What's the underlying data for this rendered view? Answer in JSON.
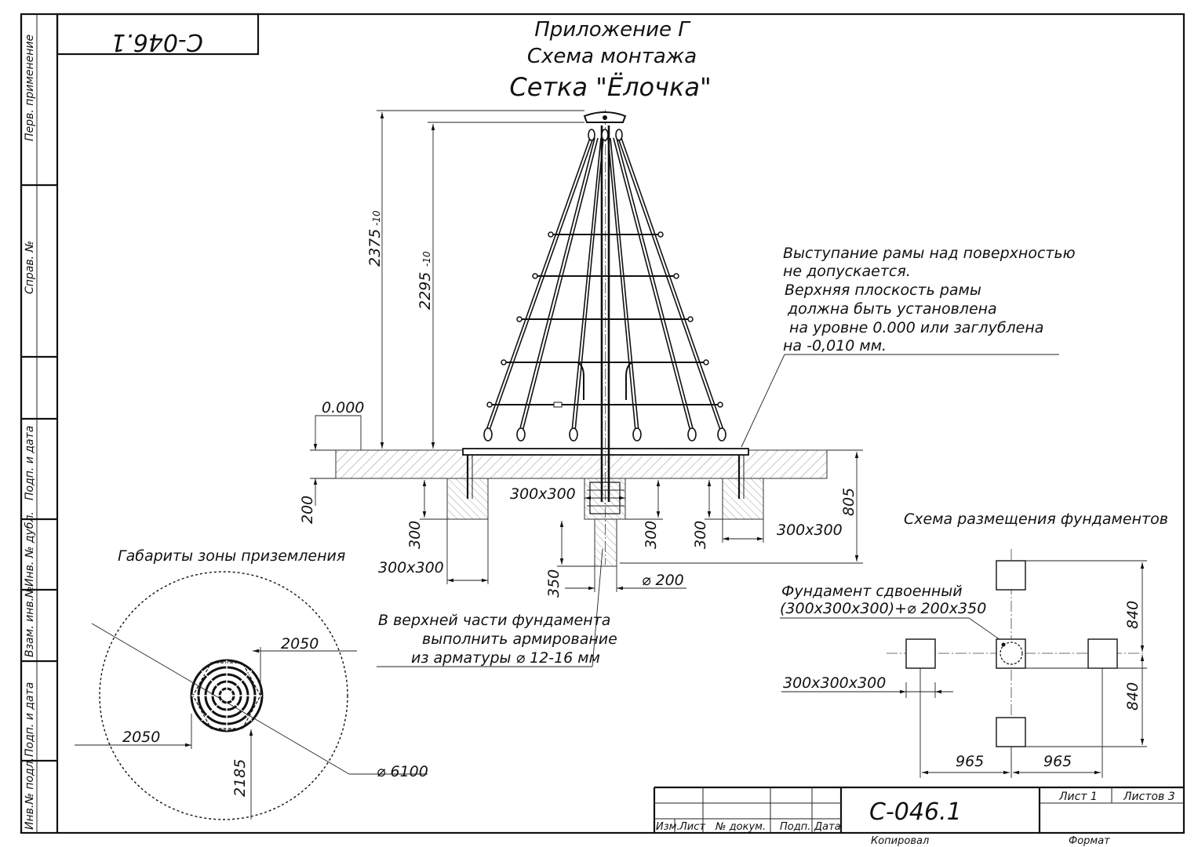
{
  "sheet": {
    "code_rotated": "С-046.1",
    "code": "С-046.1",
    "title_line1": "Приложение Г",
    "title_line2": "Схема монтажа",
    "title_line3": "Сетка \"Ёлочка\""
  },
  "margin_labels": {
    "perv_primenenie": "Перв. применение",
    "sprav_no": "Справ. №",
    "podp_data_top": "Подп. и дата",
    "inv_dubl": "Инв. № дубл.",
    "vzam_inv": "Взам. инв.№",
    "podp_data_bottom": "Подп. и дата",
    "inv_podl": "Инв.№ подл."
  },
  "notes": {
    "frame_note": [
      "Выступание рамы над поверхностью",
      "не допускается.",
      "Верхняя плоскость рамы",
      "должна быть установлена",
      "на уровне 0.000 или заглублена",
      "на -0,010 мм."
    ],
    "rebar_note": [
      "В верхней части фундамента",
      "выполнить армирование",
      "из арматуры ⌀ 12-16 мм"
    ],
    "landing_zone_title": "Габариты зоны приземления",
    "foundation_layout_title": "Схема размещения фундаментов",
    "double_foundation": [
      "Фундамент сдвоенный",
      "(300х300х300)+⌀ 200х350"
    ]
  },
  "dimensions": {
    "h_total": "2375",
    "h_total_tol": "-10",
    "h_frame": "2295",
    "h_frame_tol": "-10",
    "level": "0.000",
    "d200": "200",
    "d805": "805",
    "d300_left": "300",
    "d300_mid": "300",
    "d300_right": "300",
    "d350": "350",
    "sq_top": "300х300",
    "sq_left": "300х300",
    "sq_right": "300х300",
    "phi200": "⌀ 200",
    "d2050_top": "2050",
    "d2050_left": "2050",
    "d2185": "2185",
    "phi6100": "⌀ 6100",
    "d840_top": "840",
    "d840_bottom": "840",
    "d965_left": "965",
    "d965_right": "965",
    "cube": "300х300х300"
  },
  "title_block": {
    "izm": "Изм.",
    "list": "Лист",
    "doc_no": "№ докум.",
    "podp": "Подп.",
    "data": "Дата",
    "sheet_label": "Лист 1",
    "sheets_label": "Листов 3",
    "kopiroval": "Копировал",
    "format": "Формат"
  }
}
